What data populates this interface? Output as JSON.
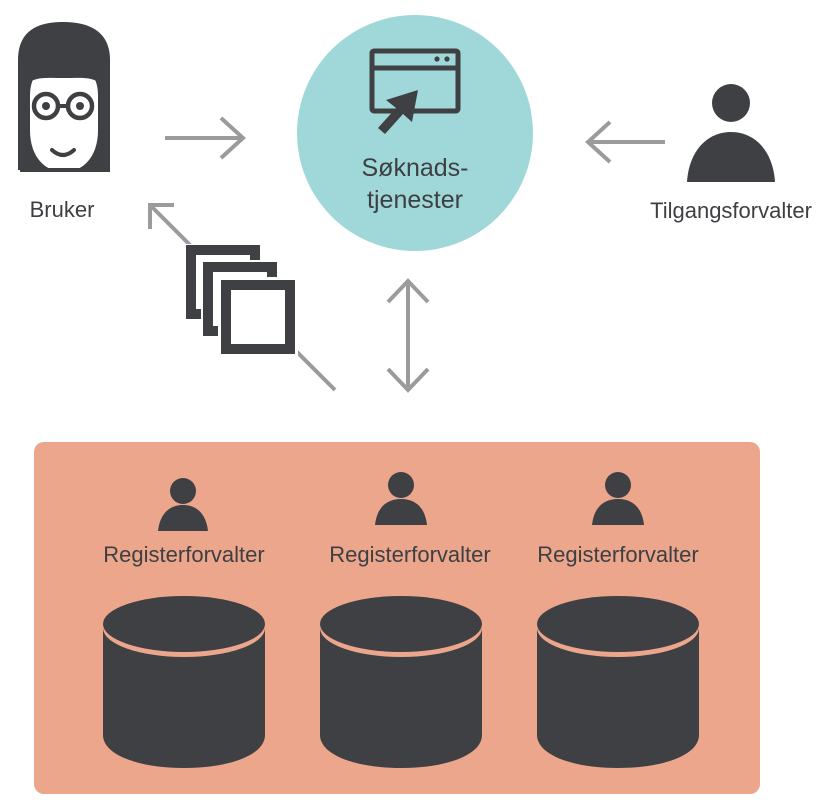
{
  "colors": {
    "dark": "#3e4043",
    "service_circle": "#a0d8da",
    "register_panel": "#eca68c",
    "arrow": "#9b9b9b",
    "face": "#ffffff"
  },
  "actors": {
    "user": {
      "label": "Bruker",
      "icon": "woman-avatar-icon"
    },
    "access_manager": {
      "label": "Tilgangsforvalter",
      "icon": "person-icon"
    }
  },
  "service": {
    "label_line1": "Søknads-",
    "label_line2": "tjenester",
    "icon": "browser-window-cursor-icon"
  },
  "documents_icon": "stacked-documents-icon",
  "registers": [
    {
      "label": "Registerforvalter",
      "icon": "person-icon",
      "db_icon": "database-icon"
    },
    {
      "label": "Registerforvalter",
      "icon": "person-icon",
      "db_icon": "database-icon"
    },
    {
      "label": "Registerforvalter",
      "icon": "person-icon",
      "db_icon": "database-icon"
    }
  ]
}
